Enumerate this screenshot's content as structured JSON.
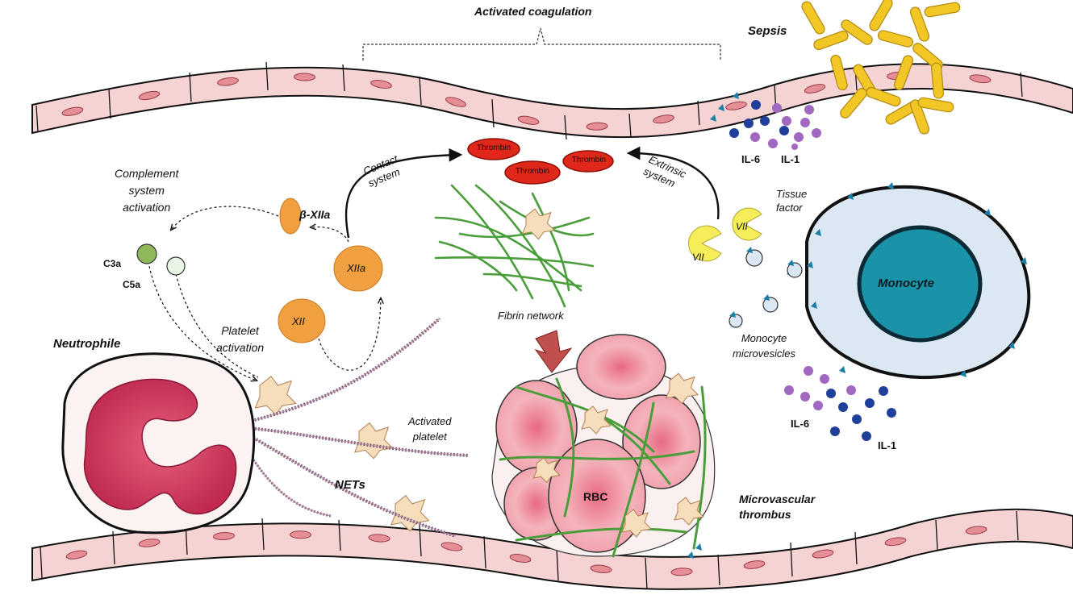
{
  "labels": {
    "activated_coagulation": "Activated coagulation",
    "sepsis": "Sepsis",
    "il6_top": "IL-6",
    "il1_top": "IL-1",
    "complement": [
      "Complement",
      "system",
      "activation"
    ],
    "beta_xiia": "β-XIIa",
    "contact": [
      "Contact",
      "system"
    ],
    "extrinsic": [
      "Extrinsic",
      "system"
    ],
    "tissue_factor": [
      "Tissue",
      "factor"
    ],
    "thrombin": "Thrombin",
    "c3a": "C3a",
    "c5a": "C5a",
    "xiia": "XIIa",
    "xii": "XII",
    "vii": "VII",
    "platelet_activation": [
      "Platelet",
      "activation"
    ],
    "fibrin_network": "Fibrin network",
    "monocyte": "Monocyte",
    "monocyte_microvesicles": [
      "Monocyte",
      "microvesicles"
    ],
    "neutrophile": "Neutrophile",
    "activated_platelet": [
      "Activated",
      "platelet"
    ],
    "nets": "NETs",
    "rbc": "RBC",
    "il6_bottom": "IL-6",
    "il1_bottom": "IL-1",
    "microvascular_thrombus": [
      "Microvascular",
      "thrombus"
    ]
  },
  "colors": {
    "vessel_cell": "#f6d3d3",
    "vessel_nucleus": "#e58e96",
    "thrombin": "#e0281a",
    "factor_orange": "#f0a040",
    "factor_vii": "#f5ee5a",
    "fibrin": "#4a9e3a",
    "rbc": "#f0a4ae",
    "platelet": "#f6ddbc",
    "monocyte_nucleus": "#1a93a8",
    "monocyte_cytoplasm": "#dbe8f3",
    "neutrophil_nucleus": "#c92f55",
    "cytokine_purple": "#a068c0",
    "cytokine_blue": "#1f3f9a",
    "bacteria": "#f2c625"
  }
}
